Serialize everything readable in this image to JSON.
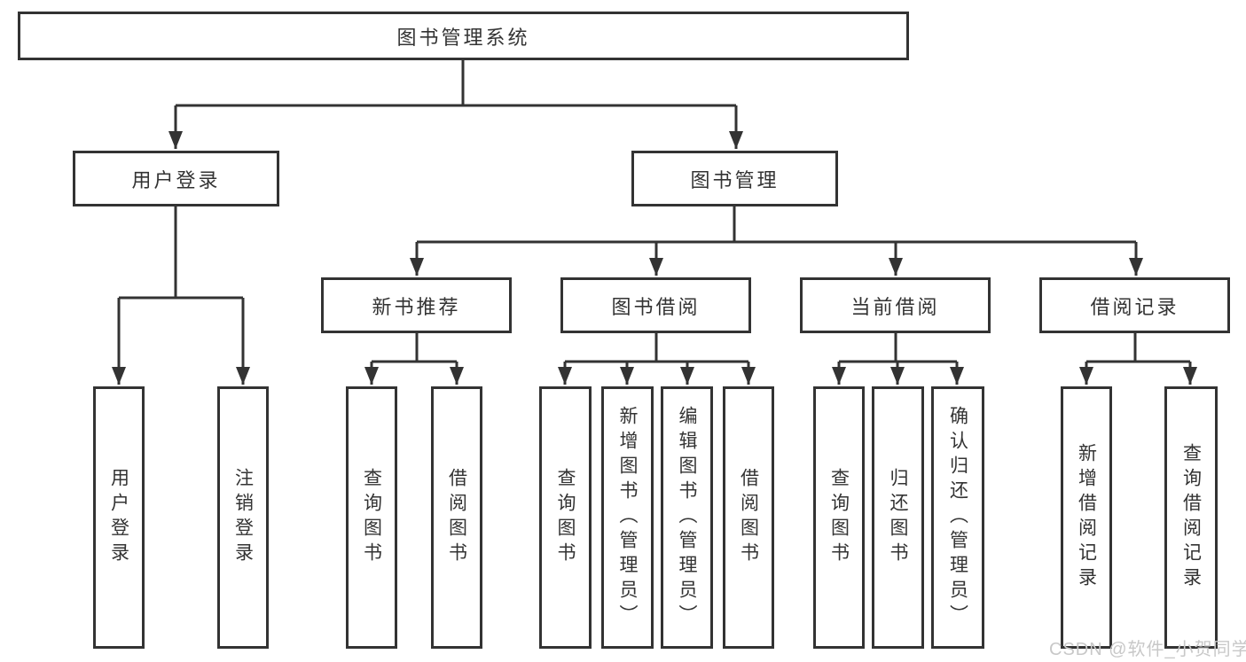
{
  "diagram": {
    "title_node": "图书管理系统",
    "level2": {
      "user_login": "用户登录",
      "book_management": "图书管理"
    },
    "level3": {
      "new_book_recommendation": "新书推荐",
      "book_borrowing": "图书借阅",
      "current_borrowing": "当前借阅",
      "borrowing_records": "借阅记录"
    },
    "leaves": {
      "user_login": "用户登录",
      "logout_login": "注销登录",
      "nb_query_books": "查询图书",
      "nb_borrow_books": "借阅图书",
      "bb_query_books": "查询图书",
      "bb_add_books_admin": "新增图书（管理员）",
      "bb_edit_books_admin": "编辑图书（管理员）",
      "bb_borrow_books": "借阅图书",
      "cb_query_books": "查询图书",
      "cb_return_books": "归还图书",
      "cb_confirm_return_admin": "确认归还（管理员）",
      "br_add_record": "新增借阅记录",
      "br_query_record": "查询借阅记录"
    }
  },
  "watermark": "CSDN @软件_小贺同学",
  "colors": {
    "line": "#333333",
    "text": "#333333",
    "node_background": "#ffffff",
    "page_background": "#ffffff",
    "watermark": "#c8c8c8"
  }
}
